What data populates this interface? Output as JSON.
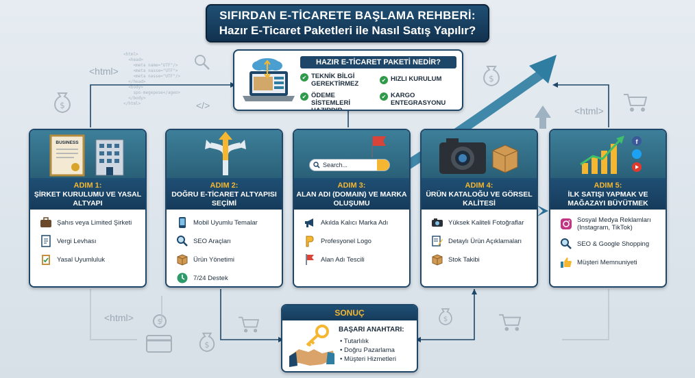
{
  "title": {
    "line1": "SIFIRDAN E-TİCARETE BAŞLAMA REHBERİ:",
    "line2": "Hazır E-Ticaret Paketleri ile Nasıl Satış Yapılır?"
  },
  "what_is": {
    "heading": "HAZIR E-TİCARET PAKETİ NEDİR?",
    "features": [
      "TEKNİK BİLGİ GEREKTİRMEZ",
      "HIZLI KURULUM",
      "ÖDEME SİSTEMLERİ HAZIRDIR",
      "KARGO ENTEGRASYONU"
    ]
  },
  "steps": [
    {
      "label": "ADIM 1:",
      "title": "ŞİRKET KURULUMU VE YASAL ALTYAPI",
      "items": [
        "Şahıs veya Limited Şirketi",
        "Vergi Levhası",
        "Yasal Uyumluluk"
      ],
      "icons": [
        "briefcase-icon",
        "document-icon",
        "clipboard-check-icon"
      ]
    },
    {
      "label": "ADIM 2:",
      "title": "DOĞRU E-TİCARET ALTYAPISI SEÇİMİ",
      "items": [
        "Mobil Uyumlu Temalar",
        "SEO Araçları",
        "Ürün Yönetimi",
        "7/24 Destek"
      ],
      "icons": [
        "mobile-icon",
        "magnifier-icon",
        "box-icon",
        "support-clock-icon"
      ]
    },
    {
      "label": "ADIM 3:",
      "title": "ALAN ADI (DOMAIN) VE MARKA OLUŞUMU",
      "items": [
        "Akılda Kalıcı Marka Adı",
        "Profesyonel Logo",
        "Alan Adı Tescili"
      ],
      "icons": [
        "megaphone-icon",
        "logo-icon",
        "flag-icon"
      ],
      "search_placeholder": "Search..."
    },
    {
      "label": "ADIM 4:",
      "title": "ÜRÜN KATALOĞU VE GÖRSEL KALİTESİ",
      "items": [
        "Yüksek Kaliteli Fotoğraflar",
        "Detaylı Ürün Açıklamaları",
        "Stok Takibi"
      ],
      "icons": [
        "camera-icon",
        "edit-document-icon",
        "stock-box-icon"
      ]
    },
    {
      "label": "ADIM 5:",
      "title": "İLK SATIŞI YAPMAK VE MAĞAZAYI BÜYÜTMEK",
      "items": [
        "Sosyal Medya Reklamları (Instagram, TikTok)",
        "SEO & Google Shopping",
        "Müşteri Memnuniyeti"
      ],
      "icons": [
        "instagram-icon",
        "search-icon",
        "thumbs-up-icon"
      ]
    }
  ],
  "result": {
    "heading": "SONUÇ",
    "key_title": "BAŞARI ANAHTARI:",
    "items": [
      "Tutarlılık",
      "Doğru Pazarlama",
      "Müşteri Hizmetleri"
    ]
  },
  "business_sign": "BUSINESS",
  "decor": {
    "html_tag": "<html>",
    "code_tag": "</>",
    "code_snippet": "<html>\n  <head>\n    <meta name=\"UTF\"/>\n    <meta nasse=\"UTF\">\n    <meta nasse=\"UTF\"/>\n  </head>\n  <body>\n    spo-megepese</agen>\n  </body>\n</html>"
  },
  "colors": {
    "navy": "#1d4668",
    "accent_yellow": "#f5b731",
    "teal": "#2a6078",
    "check_green": "#2e9a4a"
  }
}
